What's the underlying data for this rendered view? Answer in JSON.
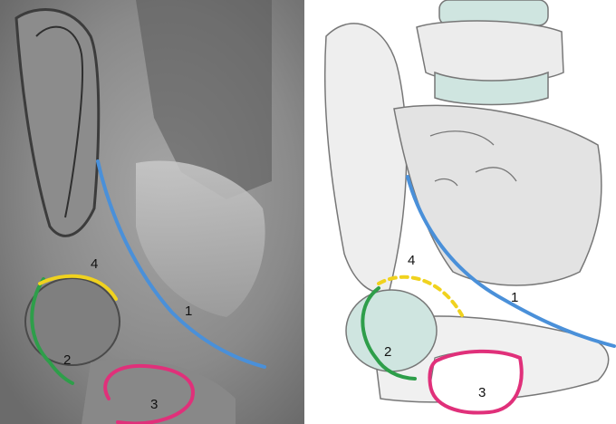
{
  "figure": {
    "left_panel": {
      "kind": "pelvis-radiograph",
      "labels": [
        "4",
        "1",
        "2",
        "3"
      ]
    },
    "right_panel": {
      "kind": "pelvis-illustration",
      "labels": [
        "4",
        "1",
        "2",
        "3"
      ]
    },
    "colors": {
      "line_1": "#4a90d9",
      "line_2": "#2e9e4a",
      "line_3": "#e0307a",
      "line_4": "#f0d21e"
    }
  }
}
